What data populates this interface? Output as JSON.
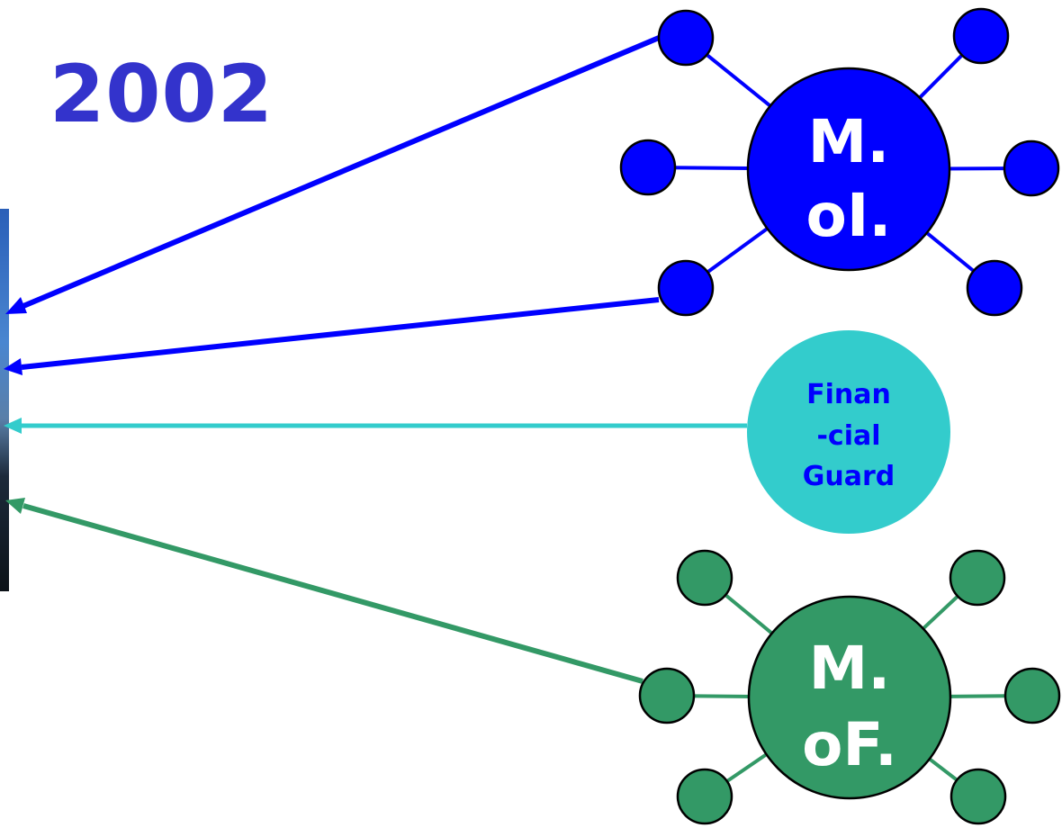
{
  "year": "2002",
  "hubs": [
    {
      "id": "moi",
      "line1": "M.",
      "line2": "oI.",
      "color": "#0000ff"
    },
    {
      "id": "mof",
      "line1": "M.",
      "line2": "oF.",
      "color": "#339966"
    }
  ],
  "guard": {
    "line1": "Finan",
    "line2": "-cial",
    "line3": "Guard",
    "fill_color": "#33cccc",
    "text_color": "#0000ff"
  },
  "colors": {
    "year_text": "#3333cc",
    "moi": "#0000ff",
    "guard": "#33cccc",
    "mof": "#339966",
    "outline": "#000000"
  }
}
